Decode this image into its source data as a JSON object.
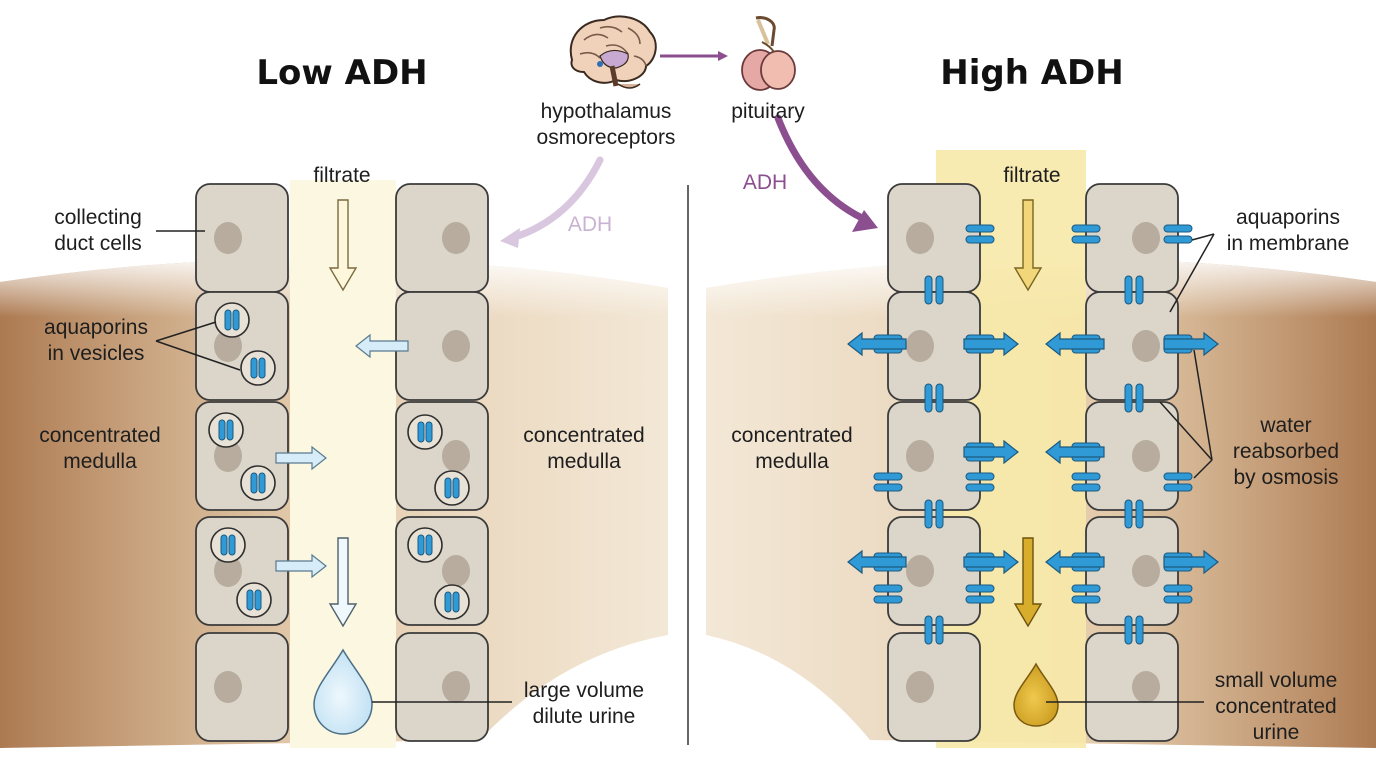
{
  "colors": {
    "medulla": "#c79b6c",
    "filtrate_low": "#fcf7e0",
    "filtrate_high": "#f7e9a8",
    "cell_fill": "#dcd6ca",
    "nucleus": "#b7ac9d",
    "aquaporin": "#2f9ad6",
    "adh_arrow": "#8b4e8e",
    "adh_arrow_faint": "#d9c7df",
    "dilute_urine": "#cfe8f6",
    "concentrated_urine": "#d9ad2c"
  },
  "header": {
    "hypothalamus_label": [
      "hypothalamus",
      "osmoreceptors"
    ],
    "pituitary_label": "pituitary",
    "brain_icon": "brain-icon",
    "pituitary_icon": "pituitary-gland-icon"
  },
  "low_adh": {
    "title": "Low ADH",
    "adh_label": "ADH",
    "filtrate_label": "filtrate",
    "labels": {
      "collecting_duct_cells": [
        "collecting",
        "duct cells"
      ],
      "aquaporins_in_vesicles": [
        "aquaporins",
        "in vesicles"
      ],
      "medulla_left": [
        "concentrated",
        "medulla"
      ],
      "medulla_right": [
        "concentrated",
        "medulla"
      ],
      "urine": [
        "large volume",
        "dilute urine"
      ]
    }
  },
  "high_adh": {
    "title": "High ADH",
    "adh_label": "ADH",
    "filtrate_label": "filtrate",
    "labels": {
      "aquaporins_in_membrane": [
        "aquaporins",
        "in membrane"
      ],
      "medulla": [
        "concentrated",
        "medulla"
      ],
      "water_reabsorbed": [
        "water",
        "reabsorbed",
        "by osmosis"
      ],
      "urine": [
        "small volume",
        "concentrated",
        "urine"
      ]
    }
  }
}
